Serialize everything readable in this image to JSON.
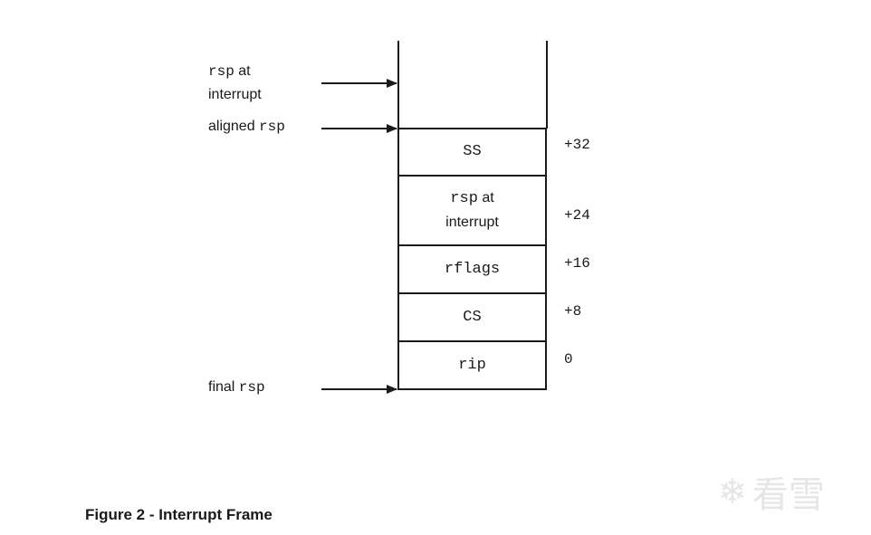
{
  "labels": {
    "rsp_at_interrupt": {
      "mono": "rsp",
      "text": " at",
      "line2": "interrupt"
    },
    "aligned_rsp": {
      "text": "aligned ",
      "mono": "rsp"
    },
    "final_rsp": {
      "text": "final ",
      "mono": "rsp"
    }
  },
  "stack": [
    {
      "mono": "SS",
      "offset": "+32"
    },
    {
      "mono": "rsp",
      "text": " at",
      "line2": "interrupt",
      "offset": "+24"
    },
    {
      "mono": "rflags",
      "offset": "+16"
    },
    {
      "mono": "CS",
      "offset": "+8"
    },
    {
      "mono": "rip",
      "offset": "0"
    }
  ],
  "caption": "Figure 2 - Interrupt Frame",
  "watermark": "看雪",
  "colors": {
    "line": "#1a1a1a"
  }
}
